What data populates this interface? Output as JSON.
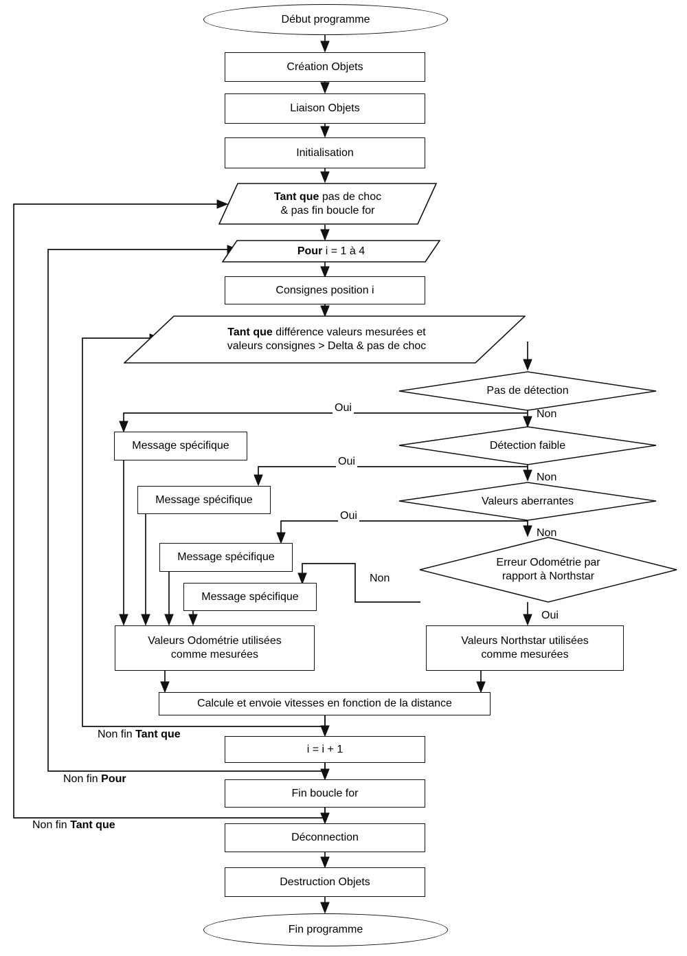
{
  "diagram": {
    "title": "Organigramme programme robot",
    "language": "fr",
    "stroke_color": "#111111",
    "background_color": "#ffffff"
  },
  "nodes": {
    "start": {
      "label": "Début programme",
      "shape": "terminator"
    },
    "creation_objets": {
      "label": "Création Objets",
      "shape": "process"
    },
    "liaison_objets": {
      "label": "Liaison Objets",
      "shape": "process"
    },
    "initialisation": {
      "label": "Initialisation",
      "shape": "process"
    },
    "while_choc_line1_bold": "Tant que",
    "while_choc_line1_rest": " pas de choc",
    "while_choc_line2": "& pas fin boucle for",
    "for_bold": "Pour",
    "for_rest": " i = 1 à 4",
    "consignes": {
      "label": "Consignes position i",
      "shape": "process"
    },
    "while_delta_bold": "Tant que",
    "while_delta_line1_rest": " différence valeurs mesurées et",
    "while_delta_line2": "valeurs consignes > Delta & pas de choc",
    "d_pas_detection": {
      "label": "Pas de détection",
      "shape": "decision"
    },
    "d_detection_faible": {
      "label": "Détection faible",
      "shape": "decision"
    },
    "d_valeurs_aberrantes": {
      "label": "Valeurs aberrantes",
      "shape": "decision"
    },
    "d_erreur_odometrie_line1": "Erreur Odométrie par",
    "d_erreur_odometrie_line2": "rapport à Northstar",
    "msg1": {
      "label": "Message spécifique",
      "shape": "process"
    },
    "msg2": {
      "label": "Message spécifique",
      "shape": "process"
    },
    "msg3": {
      "label": "Message spécifique",
      "shape": "process"
    },
    "msg4": {
      "label": "Message spécifique",
      "shape": "process"
    },
    "odometrie_line1": "Valeurs Odométrie utilisées",
    "odometrie_line2": "comme mesurées",
    "northstar_line1": "Valeurs Northstar utilisées",
    "northstar_line2": "comme mesurées",
    "calcule": {
      "label": "Calcule et envoie vitesses en fonction de la distance",
      "shape": "process"
    },
    "increment": {
      "label": "i = i + 1",
      "shape": "process"
    },
    "fin_boucle_for": {
      "label": "Fin boucle for",
      "shape": "process"
    },
    "deconnection": {
      "label": "Déconnection",
      "shape": "process"
    },
    "destruction_objets": {
      "label": "Destruction Objets",
      "shape": "process"
    },
    "end": {
      "label": "Fin programme",
      "shape": "terminator"
    }
  },
  "edge_labels": {
    "oui_1": "Oui",
    "oui_2": "Oui",
    "oui_3": "Oui",
    "oui_4": "Oui",
    "non_1": "Non",
    "non_2": "Non",
    "non_3": "Non",
    "non_4": "Non",
    "non_fin_tant_que_inner": {
      "prefix": "Non fin ",
      "bold": "Tant que"
    },
    "non_fin_pour": {
      "prefix": "Non fin ",
      "bold": "Pour"
    },
    "non_fin_tant_que_outer": {
      "prefix": "Non fin ",
      "bold": "Tant que"
    }
  }
}
